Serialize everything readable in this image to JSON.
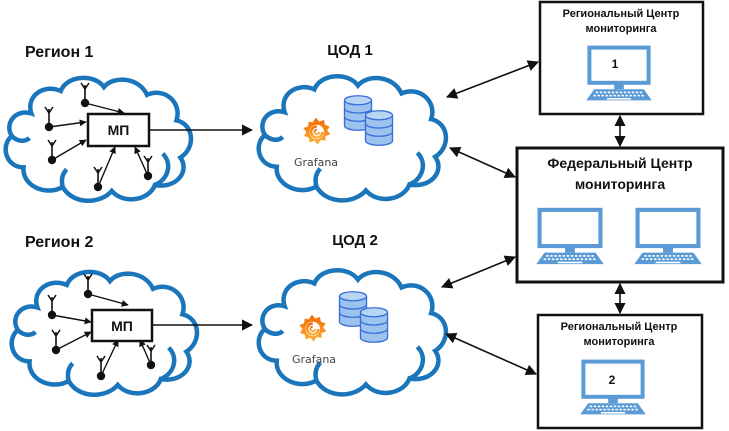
{
  "regions": [
    {
      "title": "Регион 1",
      "hub_label": "МП"
    },
    {
      "title": "Регион 2",
      "hub_label": "МП"
    }
  ],
  "data_centers": [
    {
      "title": "ЦОД 1",
      "app_label": "Grafana"
    },
    {
      "title": "ЦОД 2",
      "app_label": "Grafana"
    }
  ],
  "regional_centers": [
    {
      "title_line1": "Региональный Центр",
      "title_line2": "мониторинга",
      "screen_number": "1"
    },
    {
      "title_line1": "Региональный Центр",
      "title_line2": "мониторинга",
      "screen_number": "2"
    }
  ],
  "federal_center": {
    "title_line1": "Федеральный Центр",
    "title_line2": "мониторинга"
  },
  "colors": {
    "cloud_stroke": "#1a75bb",
    "monitor_blue": "#5b9bd5",
    "database_fill": "#9cc3ee",
    "database_stroke": "#3a6fd8",
    "grafana_orange": "#f46800",
    "grafana_yellow": "#fbb33c"
  }
}
